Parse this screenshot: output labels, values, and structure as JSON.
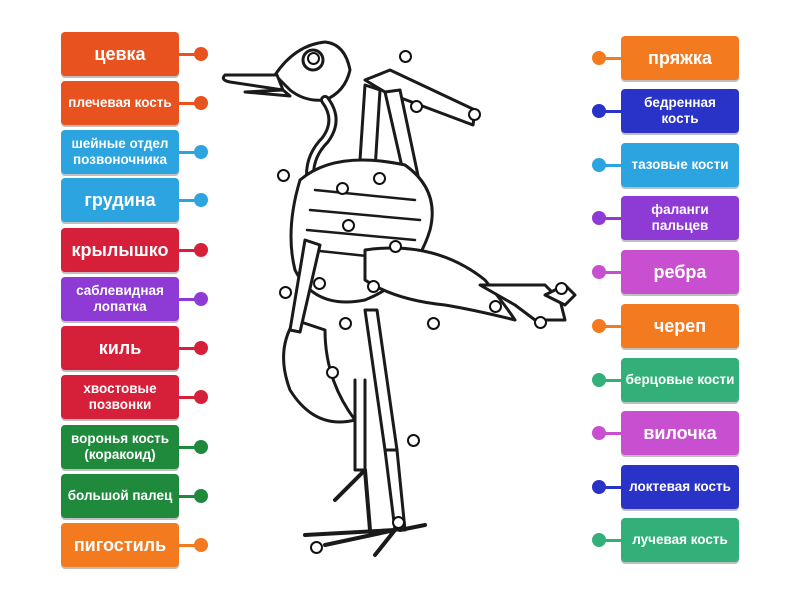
{
  "left_labels": [
    {
      "text": "цевка",
      "color": "#e8521f",
      "size": "big"
    },
    {
      "text": "плечевая кость",
      "color": "#e8521f",
      "size": "small"
    },
    {
      "text": "шейные отдел позвоночника",
      "color": "#2ca4e0",
      "size": "small"
    },
    {
      "text": "грудина",
      "color": "#2ca4e0",
      "size": "big"
    },
    {
      "text": "крылышко",
      "color": "#d6203a",
      "size": "big"
    },
    {
      "text": "саблевидная лопатка",
      "color": "#8e3bd6",
      "size": "small"
    },
    {
      "text": "киль",
      "color": "#d6203a",
      "size": "big"
    },
    {
      "text": "хвостовые позвонки",
      "color": "#d6203a",
      "size": "small"
    },
    {
      "text": "воронья кость (коракоид)",
      "color": "#1f8a3c",
      "size": "small"
    },
    {
      "text": "большой палец",
      "color": "#1f8a3c",
      "size": "small"
    },
    {
      "text": "пигостиль",
      "color": "#f47a1f",
      "size": "big"
    }
  ],
  "right_labels": [
    {
      "text": "пряжка",
      "color": "#f47a1f",
      "size": "big"
    },
    {
      "text": "бедренная кость",
      "color": "#2a33c7",
      "size": "small"
    },
    {
      "text": "тазовые кости",
      "color": "#2ca4e0",
      "size": "small"
    },
    {
      "text": "фаланги пальцев",
      "color": "#8e3bd6",
      "size": "small"
    },
    {
      "text": "ребра",
      "color": "#c94fd1",
      "size": "big"
    },
    {
      "text": "череп",
      "color": "#f47a1f",
      "size": "big"
    },
    {
      "text": "берцовые кости",
      "color": "#33b07a",
      "size": "small"
    },
    {
      "text": "вилочка",
      "color": "#c94fd1",
      "size": "big"
    },
    {
      "text": "локтевая кость",
      "color": "#2a33c7",
      "size": "small"
    },
    {
      "text": "лучевая кость",
      "color": "#33b07a",
      "size": "small"
    }
  ],
  "targets_count": 21
}
